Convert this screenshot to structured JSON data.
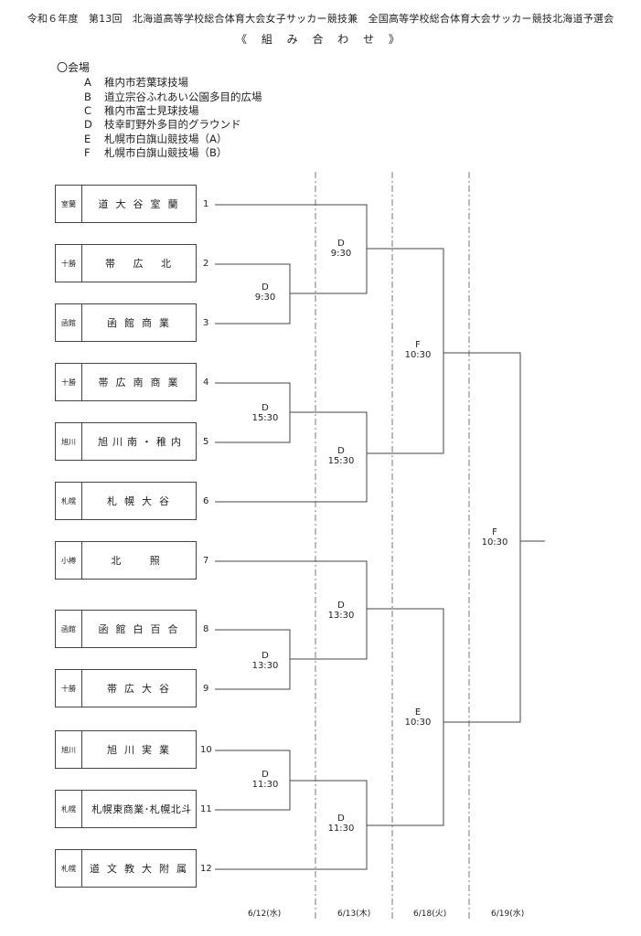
{
  "header": {
    "title": "令和６年度　第13回　北海道高等学校総合体育大会女子サッカー競技兼　全国高等学校総合体育大会サッカー競技北海道予選会",
    "subtitle": "《 組 み 合 わ せ 》"
  },
  "venues": {
    "heading": "〇会場",
    "items": [
      {
        "code": "A",
        "name": "稚内市若葉球技場"
      },
      {
        "code": "B",
        "name": "道立宗谷ふれあい公園多目的広場"
      },
      {
        "code": "C",
        "name": "稚内市富士見球技場"
      },
      {
        "code": "D",
        "name": "枝幸町野外多目的グラウンド"
      },
      {
        "code": "E",
        "name": "札幌市白旗山競技場（A）"
      },
      {
        "code": "F",
        "name": "札幌市白旗山競技場（B）"
      }
    ]
  },
  "teams": [
    {
      "seed": "1",
      "region": "室蘭",
      "name": "道大谷室蘭"
    },
    {
      "seed": "2",
      "region": "十勝",
      "name": "帯 広 北"
    },
    {
      "seed": "3",
      "region": "函館",
      "name": "函館商業"
    },
    {
      "seed": "4",
      "region": "十勝",
      "name": "帯広南商業"
    },
    {
      "seed": "5",
      "region": "旭川",
      "name": "旭川南・稚内"
    },
    {
      "seed": "6",
      "region": "札幌",
      "name": "札幌大谷"
    },
    {
      "seed": "7",
      "region": "小樽",
      "name": "北 照"
    },
    {
      "seed": "8",
      "region": "函館",
      "name": "函館白百合"
    },
    {
      "seed": "9",
      "region": "十勝",
      "name": "帯広大谷"
    },
    {
      "seed": "10",
      "region": "旭川",
      "name": "旭川実業"
    },
    {
      "seed": "11",
      "region": "札幌",
      "name": "札幌東商業･札幌北斗"
    },
    {
      "seed": "12",
      "region": "札幌",
      "name": "道文教大附属"
    }
  ],
  "matches": [
    {
      "venue": "D",
      "time": "9:30"
    },
    {
      "venue": "D",
      "time": "15:30"
    },
    {
      "venue": "D",
      "time": "13:30"
    },
    {
      "venue": "D",
      "time": "11:30"
    },
    {
      "venue": "D",
      "time": "9:30"
    },
    {
      "venue": "D",
      "time": "15:30"
    },
    {
      "venue": "D",
      "time": "13:30"
    },
    {
      "venue": "D",
      "time": "11:30"
    },
    {
      "venue": "F",
      "time": "10:30"
    },
    {
      "venue": "E",
      "time": "10:30"
    },
    {
      "venue": "F",
      "time": "10:30"
    }
  ],
  "dates": [
    "6/12(水)",
    "6/13(木)",
    "6/18(火)",
    "6/19(水)"
  ]
}
